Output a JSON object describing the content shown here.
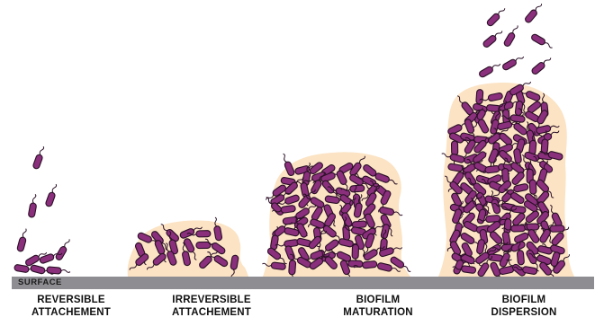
{
  "surface": {
    "label": "SURFACE",
    "color": "#8e8d92"
  },
  "colors": {
    "bacterium_fill": "#8a2f7c",
    "bacterium_stroke": "#2a1026",
    "matrix_fill": "#fbe3c4"
  },
  "stages": [
    {
      "id": "reversible",
      "line1": "REVERSIBLE",
      "line2": "ATTACHEMENT"
    },
    {
      "id": "irreversible",
      "line1": "IRREVERSIBLE",
      "line2": "ATTACHEMENT"
    },
    {
      "id": "maturation",
      "line1": "BIOFILM",
      "line2": "MATURATION"
    },
    {
      "id": "dispersion",
      "line1": "BIOFILM",
      "line2": "DISPERSION"
    }
  ]
}
